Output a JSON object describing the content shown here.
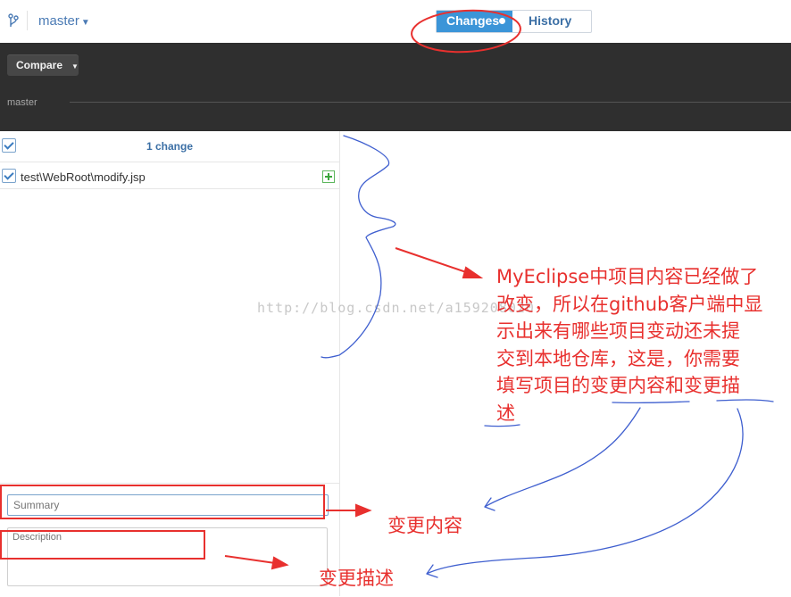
{
  "topbar": {
    "branch": "master",
    "tabs": [
      {
        "label": "Changes",
        "active": true
      },
      {
        "label": "History",
        "active": false
      }
    ]
  },
  "timeline": {
    "compare_label": "Compare",
    "branch_label": "master"
  },
  "changes": {
    "count_label": "1 change",
    "files": [
      {
        "path": "test\\WebRoot\\modify.jsp",
        "status": "added"
      }
    ]
  },
  "commit": {
    "summary_placeholder": "Summary",
    "description_placeholder": "Description"
  },
  "annotations": {
    "watermark": "http://blog.csdn.net/a159208020",
    "note_lines": [
      "MyEclipse中项目内容已经做了",
      "改变，所以在github客户端中显",
      "示出来有哪些项目变动还未提",
      "交到本地仓库，这是，你需要",
      "填写项目的变更内容和变更描",
      "述"
    ],
    "summary_label": "变更内容",
    "description_label": "变更描述"
  },
  "colors": {
    "accent": "#3b95d8",
    "timeline_bg": "#2f2f2f",
    "annotation_red": "#e8302e",
    "pen_blue": "#3f5fcf"
  }
}
